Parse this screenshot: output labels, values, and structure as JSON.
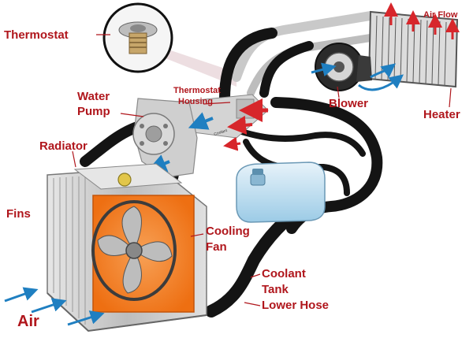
{
  "labels": {
    "thermostat": "Thermostat",
    "air_flow": "Air Flow",
    "water_pump_1": "Water",
    "water_pump_2": "Pump",
    "thermostat_housing_1": "Thermostat",
    "thermostat_housing_2": "Housing",
    "blower": "Blower",
    "heater": "Heater",
    "radiator": "Radiator",
    "fins": "Fins",
    "cooling_fan_1": "Cooling",
    "cooling_fan_2": "Fan",
    "coolant_tank_1": "Coolant",
    "coolant_tank_2": "Tank",
    "lower_hose": "Lower Hose",
    "air": "Air"
  },
  "colors": {
    "label_red": "#b0161c",
    "hose": "#141414",
    "fan_orange": "#f27a1a",
    "radiator_grey": "#c8c8c8",
    "coolant_blue": "#b9dcef",
    "arrow_blue": "#1f7fc1",
    "arrow_red": "#d7262b"
  }
}
